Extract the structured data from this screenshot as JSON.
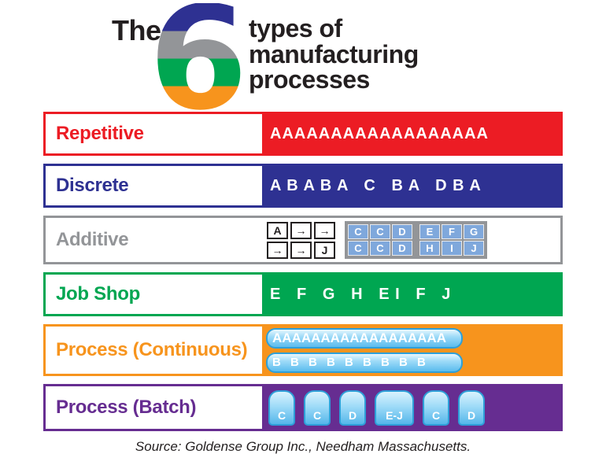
{
  "header": {
    "the": "The",
    "six": "6",
    "title_line1": "types of",
    "title_line2": "manufacturing",
    "title_line3": "processes"
  },
  "palette": {
    "repetitive_red": "#EC1C24",
    "discrete_blue": "#2E3192",
    "additive_gray": "#939598",
    "job_shop_green": "#00A651",
    "continuous_orange": "#F7941D",
    "batch_purple": "#662D91",
    "vessel_fill_blue": "#9FDBF8",
    "vessel_border_blue": "#2E9FD8",
    "panel_cell_blue": "#7FA8DC",
    "text_black": "#231F20"
  },
  "rows": [
    {
      "label": "Repetitive",
      "color": "#EC1C24",
      "sequence": "AAAAAAAAAAAAAAAAAA"
    },
    {
      "label": "Discrete",
      "color": "#2E3192",
      "sequence": "A B A B A   C   B A   D B A"
    },
    {
      "label": "Additive",
      "color": "#939598",
      "flow_top": [
        "A",
        "→",
        "→"
      ],
      "flow_bottom": [
        "→",
        "→",
        "J"
      ],
      "panel_top_left": [
        "C",
        "C",
        "D"
      ],
      "panel_top_right": [
        "E",
        "F",
        "G"
      ],
      "panel_bottom_left": [
        "C",
        "C",
        "D"
      ],
      "panel_bottom_right": [
        "H",
        "I",
        "J"
      ]
    },
    {
      "label": "Job Shop",
      "color": "#00A651",
      "sequence": "E   F   G   H   E I   F   J"
    },
    {
      "label": "Process (Continuous)",
      "color": "#F7941D",
      "capsules": [
        "AAAAAAAAAAAAAAAAAA",
        "B B B B B B B B B"
      ]
    },
    {
      "label": "Process (Batch)",
      "color": "#662D91",
      "tanks": [
        "C",
        "C",
        "D",
        "E-J",
        "C",
        "D"
      ]
    }
  ],
  "footer": {
    "source": "Source: Goldense Group Inc., Needham Massachusetts."
  }
}
